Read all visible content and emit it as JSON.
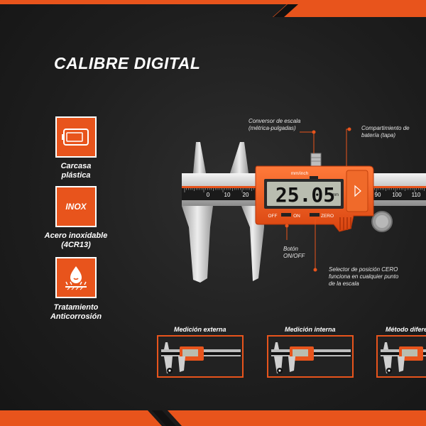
{
  "title": "CALIBRE DIGITAL",
  "colors": {
    "accent": "#e8541c",
    "background": "#1d1d1d",
    "lcd": "#b9bdb0"
  },
  "features": [
    {
      "icon": "battery-case-icon",
      "label_line1": "Carcasa",
      "label_line2": "plástica"
    },
    {
      "icon": "inox-icon",
      "box_text": "INOX",
      "label_line1": "Acero inoxidable",
      "label_line2": "(4CR13)"
    },
    {
      "icon": "anticorrosion-icon",
      "label_line1": "Tratamiento",
      "label_line2": "Anticorrosión"
    }
  ],
  "caliper": {
    "display_value": "25.05",
    "display_unit": "mm",
    "unit_label": "mm/inch",
    "btn_off": "OFF",
    "btn_on": "ON",
    "btn_zero": "ZERO",
    "scale_left": [
      "0",
      "10",
      "20"
    ],
    "scale_right": [
      "90",
      "100",
      "110"
    ]
  },
  "callouts": {
    "scale_converter_line1": "Conversor de escala",
    "scale_converter_line2": "(métrica-pulgadas)",
    "battery_line1": "Compartimiento de",
    "battery_line2": "batería (tapa)",
    "power_line1": "Botón",
    "power_line2": "ON/OFF",
    "zero_line1": "Selector de posición CERO",
    "zero_line2": "funciona en cualquier punto",
    "zero_line3": "de la escala"
  },
  "modes": [
    {
      "label": "Medición externa"
    },
    {
      "label": "Medición interna"
    },
    {
      "label": "Método diferencial"
    }
  ]
}
